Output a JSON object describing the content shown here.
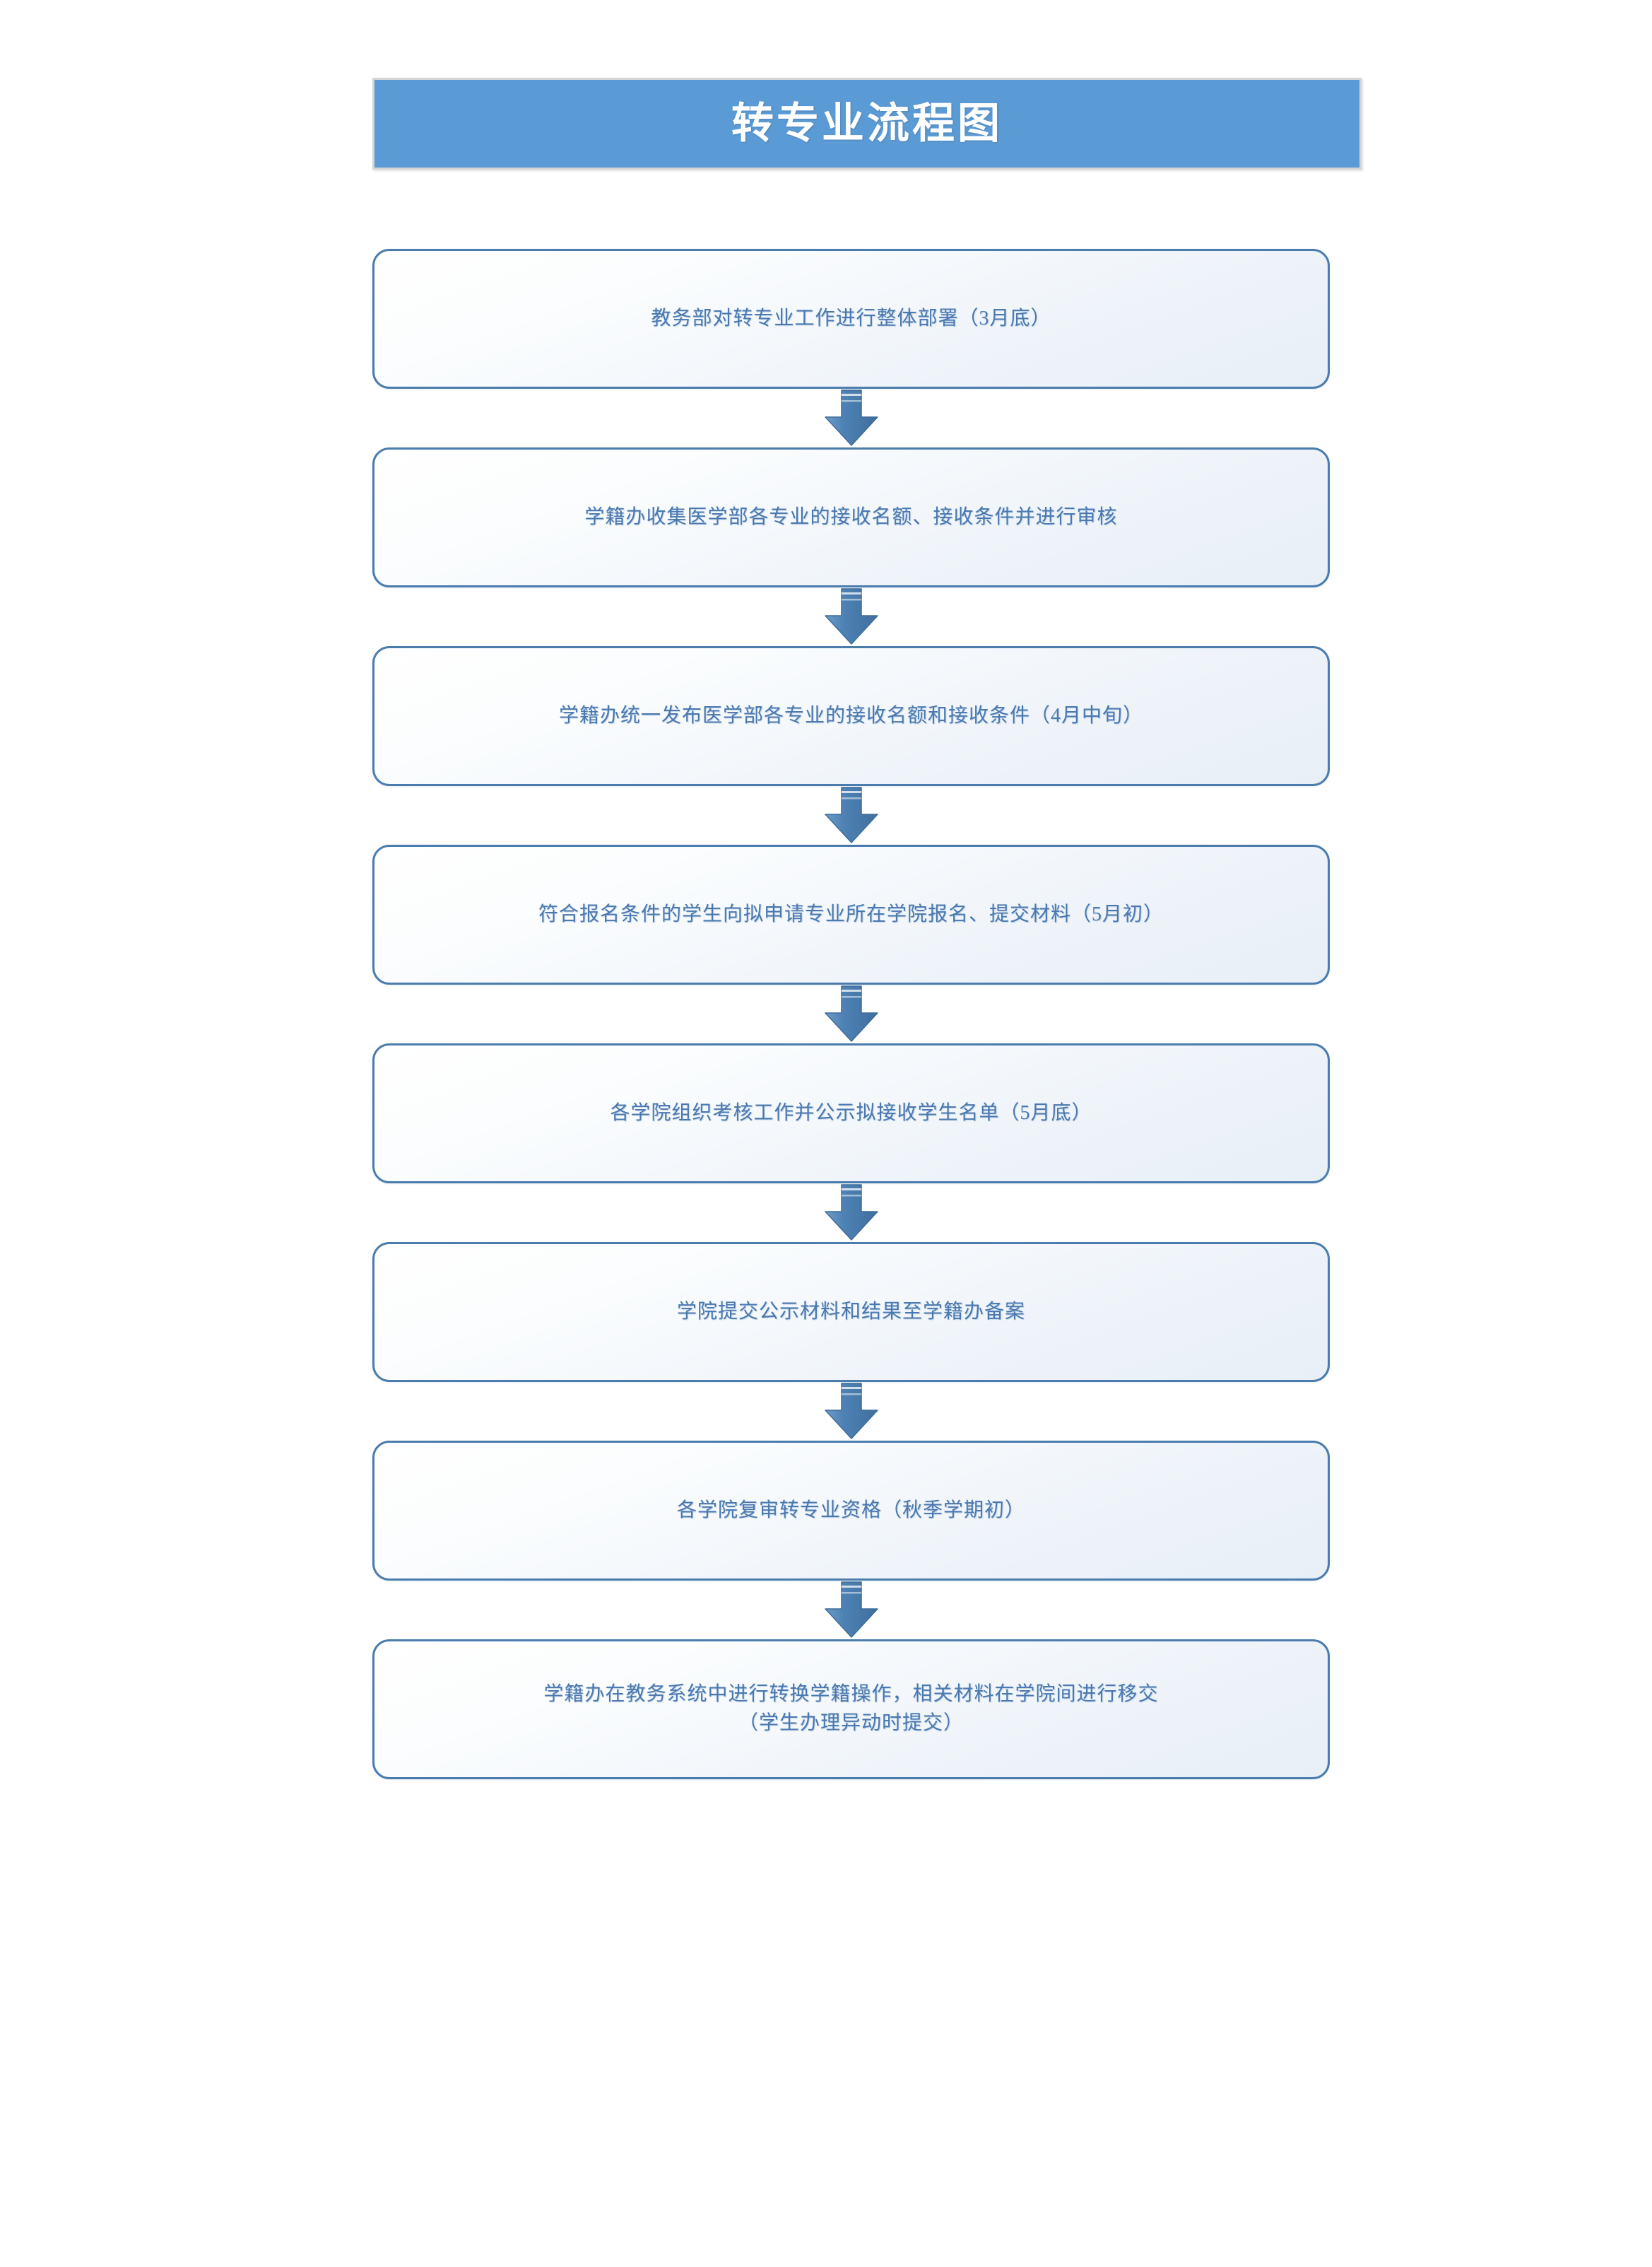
{
  "document": {
    "title": "转专业流程图",
    "page_background": "#ffffff"
  },
  "banner": {
    "text": "转专业流程图",
    "background_color": "#5b9bd5",
    "text_color": "#ffffff",
    "border_color": "#d4d4d4"
  },
  "theme": {
    "box_border_color": "#4a7cad",
    "box_text_color": "#4a78b0",
    "arrow_color": "#4e82b4",
    "box_fill_top": "#ffffff",
    "box_fill_bottom": "#e8eff7"
  },
  "flow": {
    "arrow_icon": "arrow-down-icon",
    "steps": [
      {
        "index": 1,
        "text": "教务部对转专业工作进行整体部署（3月底）"
      },
      {
        "index": 2,
        "text": "学籍办收集医学部各专业的接收名额、接收条件并进行审核"
      },
      {
        "index": 3,
        "text": "学籍办统一发布医学部各专业的接收名额和接收条件（4月中旬）"
      },
      {
        "index": 4,
        "text": "符合报名条件的学生向拟申请专业所在学院报名、提交材料（5月初）"
      },
      {
        "index": 5,
        "text": "各学院组织考核工作并公示拟接收学生名单（5月底）"
      },
      {
        "index": 6,
        "text": "学院提交公示材料和结果至学籍办备案"
      },
      {
        "index": 7,
        "text": "各学院复审转专业资格（秋季学期初）"
      },
      {
        "index": 8,
        "text": "学籍办在教务系统中进行转换学籍操作，相关材料在学院间进行移交\n（学生办理异动时提交）"
      }
    ]
  }
}
